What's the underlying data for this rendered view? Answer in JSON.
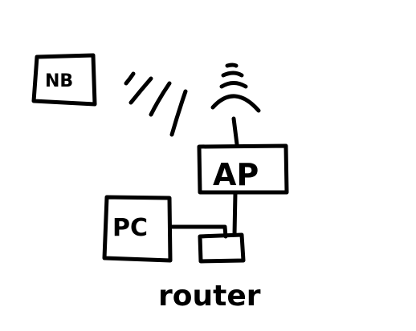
{
  "diagram": {
    "nodes": {
      "nb": {
        "label": "NB"
      },
      "ap": {
        "label": "AP"
      },
      "pc": {
        "label": "PC"
      },
      "router": {
        "label": "router"
      }
    },
    "links": [
      {
        "from": "PC",
        "to": "router",
        "kind": "wired"
      },
      {
        "from": "AP",
        "to": "router",
        "kind": "wired"
      },
      {
        "from": "NB",
        "to": "AP",
        "kind": "wireless"
      }
    ],
    "colors": {
      "ink": "#000000",
      "background": "#ffffff"
    }
  }
}
